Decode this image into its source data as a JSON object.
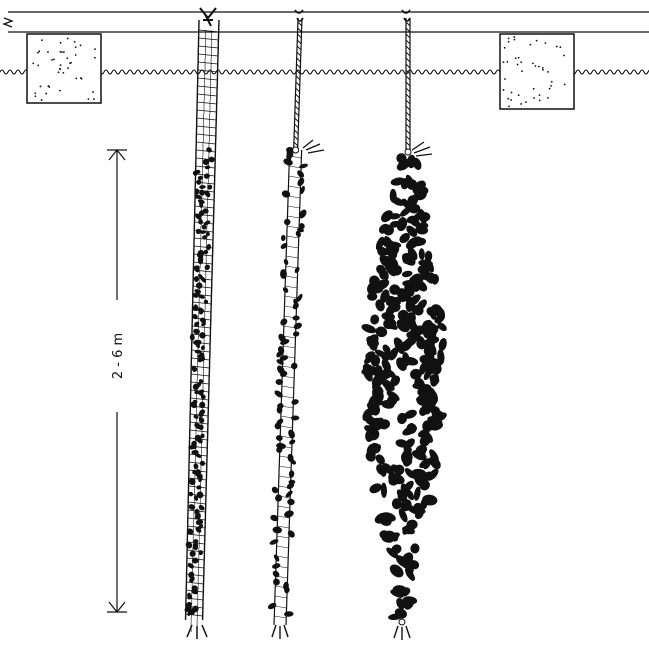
{
  "dimension": {
    "label": "2 - 6 m"
  },
  "ropes": [
    {
      "id": "dense-net-sock",
      "description_kind": "net"
    },
    {
      "id": "sparse-rope",
      "description_kind": "rope"
    },
    {
      "id": "mussel-cluster",
      "description_kind": "cluster"
    }
  ],
  "colors": {
    "ink": "#111111",
    "paper": "#ffffff"
  }
}
